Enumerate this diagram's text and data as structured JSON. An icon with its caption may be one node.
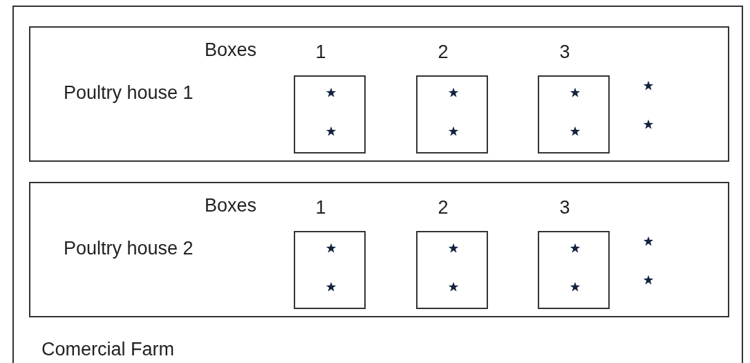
{
  "diagram": {
    "nodes": [
      {
        "text": [
          "Comercial Farm"
        ]
      },
      {
        "text": [
          "Poultry house 1"
        ],
        "in": 0
      },
      {
        "text": [
          "1"
        ],
        "in": 1
      },
      {
        "text": [
          "2"
        ],
        "in": 1
      },
      {
        "text": [
          "3"
        ],
        "in": 1
      },
      {
        "text": [
          "Poultry house 2"
        ],
        "in": 0
      },
      {
        "text": [
          "1"
        ],
        "in": 5
      },
      {
        "text": [
          "2"
        ],
        "in": 5
      },
      {
        "text": [
          "3"
        ],
        "in": 5
      }
    ],
    "edges": [],
    "labels": [
      "Boxes",
      "Boxes"
    ]
  }
}
